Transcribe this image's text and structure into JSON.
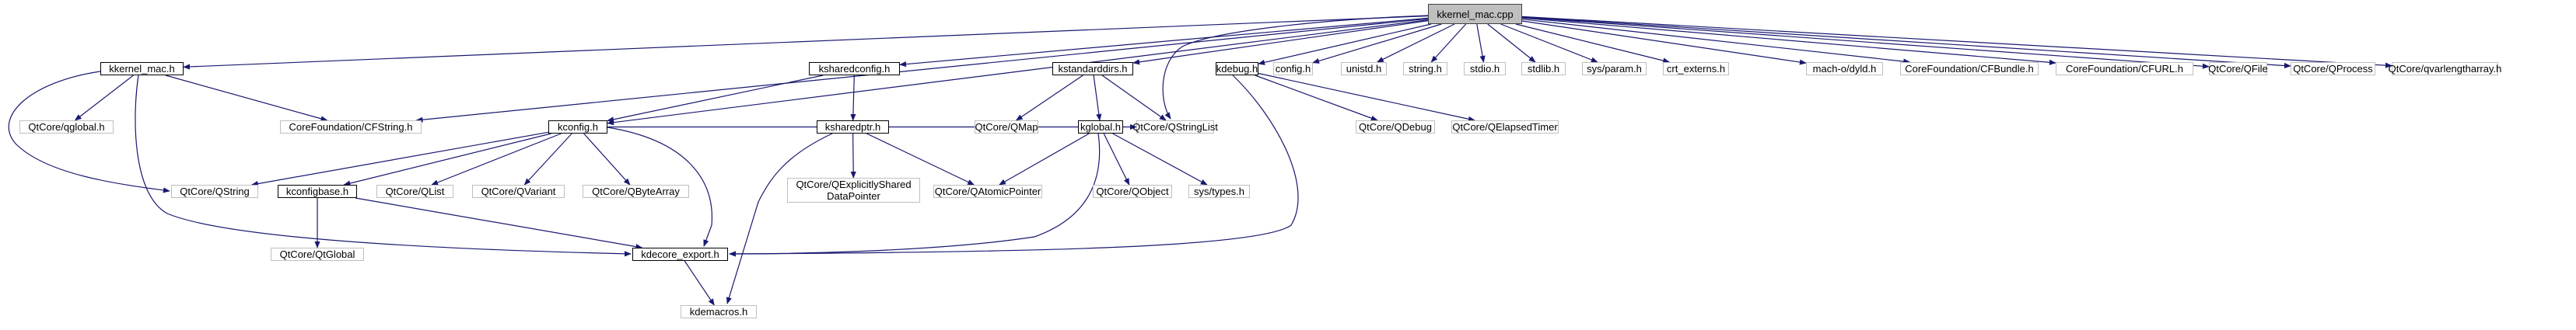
{
  "graph": {
    "title": "kkernel_mac.cpp include dependency graph",
    "edge_color": "#191970",
    "root": "kkernel_mac.cpp",
    "nodes": [
      {
        "id": "root",
        "label": "kkernel_mac.cpp",
        "kind": "root"
      },
      {
        "id": "kkernel_mac_h",
        "label": "kkernel_mac.h",
        "kind": "doc"
      },
      {
        "id": "ksharedconfig_h",
        "label": "ksharedconfig.h",
        "kind": "doc"
      },
      {
        "id": "kstandarddirs_h",
        "label": "kstandarddirs.h",
        "kind": "doc"
      },
      {
        "id": "kdebug_h",
        "label": "kdebug.h",
        "kind": "doc"
      },
      {
        "id": "config_h",
        "label": "config.h",
        "kind": "ext"
      },
      {
        "id": "unistd_h",
        "label": "unistd.h",
        "kind": "ext"
      },
      {
        "id": "string_h",
        "label": "string.h",
        "kind": "ext"
      },
      {
        "id": "stdio_h",
        "label": "stdio.h",
        "kind": "ext"
      },
      {
        "id": "stdlib_h",
        "label": "stdlib.h",
        "kind": "ext"
      },
      {
        "id": "sys_param_h",
        "label": "sys/param.h",
        "kind": "ext"
      },
      {
        "id": "crt_externs_h",
        "label": "crt_externs.h",
        "kind": "ext"
      },
      {
        "id": "mach_o_dyld_h",
        "label": "mach-o/dyld.h",
        "kind": "ext"
      },
      {
        "id": "cfbundle_h",
        "label": "CoreFoundation/CFBundle.h",
        "kind": "ext"
      },
      {
        "id": "cfurl_h",
        "label": "CoreFoundation/CFURL.h",
        "kind": "ext"
      },
      {
        "id": "qfile",
        "label": "QtCore/QFile",
        "kind": "ext"
      },
      {
        "id": "qprocess",
        "label": "QtCore/QProcess",
        "kind": "ext"
      },
      {
        "id": "qvarlengtharray_h",
        "label": "QtCore/qvarlengtharray.h",
        "kind": "ext"
      },
      {
        "id": "qglobal_h",
        "label": "QtCore/qglobal.h",
        "kind": "ext"
      },
      {
        "id": "cfstring_h",
        "label": "CoreFoundation/CFString.h",
        "kind": "ext"
      },
      {
        "id": "kconfig_h",
        "label": "kconfig.h",
        "kind": "doc"
      },
      {
        "id": "ksharedptr_h",
        "label": "ksharedptr.h",
        "kind": "doc"
      },
      {
        "id": "qmap",
        "label": "QtCore/QMap",
        "kind": "ext"
      },
      {
        "id": "kglobal_h",
        "label": "kglobal.h",
        "kind": "doc"
      },
      {
        "id": "qstringlist",
        "label": "QtCore/QStringList",
        "kind": "ext"
      },
      {
        "id": "qdebug",
        "label": "QtCore/QDebug",
        "kind": "ext"
      },
      {
        "id": "qelapsedtimer",
        "label": "QtCore/QElapsedTimer",
        "kind": "ext"
      },
      {
        "id": "qstring",
        "label": "QtCore/QString",
        "kind": "ext"
      },
      {
        "id": "kconfigbase_h",
        "label": "kconfigbase.h",
        "kind": "doc"
      },
      {
        "id": "qlist",
        "label": "QtCore/QList",
        "kind": "ext"
      },
      {
        "id": "qvariant",
        "label": "QtCore/QVariant",
        "kind": "ext"
      },
      {
        "id": "qbytearray",
        "label": "QtCore/QByteArray",
        "kind": "ext"
      },
      {
        "id": "qexplicitlyshareddatapointer",
        "label": "QtCore/QExplicitlyShared",
        "label2": "DataPointer",
        "kind": "ext"
      },
      {
        "id": "qatomicpointer",
        "label": "QtCore/QAtomicPointer",
        "kind": "ext"
      },
      {
        "id": "qobject",
        "label": "QtCore/QObject",
        "kind": "ext"
      },
      {
        "id": "sys_types_h",
        "label": "sys/types.h",
        "kind": "ext"
      },
      {
        "id": "qtglobal",
        "label": "QtCore/QtGlobal",
        "kind": "ext"
      },
      {
        "id": "kdecore_export_h",
        "label": "kdecore_export.h",
        "kind": "doc"
      },
      {
        "id": "kdemacros_h",
        "label": "kdemacros.h",
        "kind": "ext"
      }
    ],
    "edges": [
      [
        "root",
        "kkernel_mac_h"
      ],
      [
        "root",
        "cfstring_h"
      ],
      [
        "root",
        "kconfig_h"
      ],
      [
        "root",
        "ksharedconfig_h"
      ],
      [
        "root",
        "kstandarddirs_h"
      ],
      [
        "root",
        "qstringlist"
      ],
      [
        "root",
        "kdebug_h"
      ],
      [
        "root",
        "config_h"
      ],
      [
        "root",
        "unistd_h"
      ],
      [
        "root",
        "string_h"
      ],
      [
        "root",
        "stdio_h"
      ],
      [
        "root",
        "stdlib_h"
      ],
      [
        "root",
        "sys_param_h"
      ],
      [
        "root",
        "crt_externs_h"
      ],
      [
        "root",
        "mach_o_dyld_h"
      ],
      [
        "root",
        "cfbundle_h"
      ],
      [
        "root",
        "cfurl_h"
      ],
      [
        "root",
        "qfile"
      ],
      [
        "root",
        "qprocess"
      ],
      [
        "root",
        "qvarlengtharray_h"
      ],
      [
        "kkernel_mac_h",
        "qglobal_h"
      ],
      [
        "kkernel_mac_h",
        "cfstring_h"
      ],
      [
        "kkernel_mac_h",
        "qstring"
      ],
      [
        "kkernel_mac_h",
        "kdecore_export_h"
      ],
      [
        "ksharedconfig_h",
        "kconfig_h"
      ],
      [
        "ksharedconfig_h",
        "ksharedptr_h"
      ],
      [
        "kconfig_h",
        "qstring"
      ],
      [
        "kconfig_h",
        "kconfigbase_h"
      ],
      [
        "kconfig_h",
        "qlist"
      ],
      [
        "kconfig_h",
        "qvariant"
      ],
      [
        "kconfig_h",
        "qbytearray"
      ],
      [
        "kconfig_h",
        "kdecore_export_h"
      ],
      [
        "kconfig_h",
        "qstringlist"
      ],
      [
        "kconfigbase_h",
        "qtglobal"
      ],
      [
        "kconfigbase_h",
        "kdecore_export_h"
      ],
      [
        "ksharedptr_h",
        "qexplicitlyshareddatapointer"
      ],
      [
        "ksharedptr_h",
        "qatomicpointer"
      ],
      [
        "ksharedptr_h",
        "kdemacros_h"
      ],
      [
        "kstandarddirs_h",
        "qmap"
      ],
      [
        "kstandarddirs_h",
        "kglobal_h"
      ],
      [
        "kstandarddirs_h",
        "qstringlist"
      ],
      [
        "kglobal_h",
        "qatomicpointer"
      ],
      [
        "kglobal_h",
        "qobject"
      ],
      [
        "kglobal_h",
        "sys_types_h"
      ],
      [
        "kglobal_h",
        "kdecore_export_h"
      ],
      [
        "kdebug_h",
        "qdebug"
      ],
      [
        "kdebug_h",
        "qelapsedtimer"
      ],
      [
        "kdebug_h",
        "kdecore_export_h"
      ],
      [
        "kdecore_export_h",
        "kdemacros_h"
      ]
    ]
  }
}
